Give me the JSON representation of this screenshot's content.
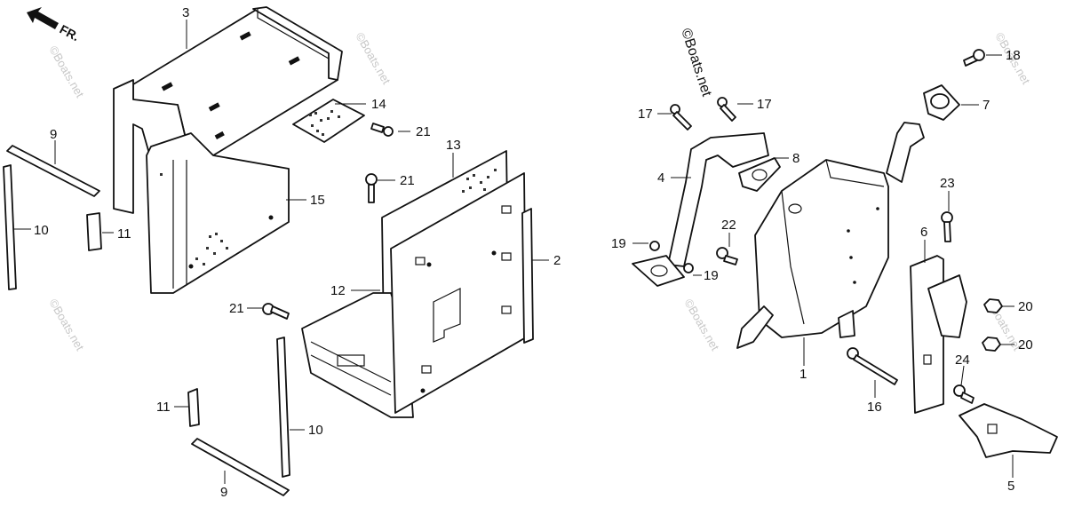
{
  "orientation": {
    "label": "FR."
  },
  "copyright": "©Boats.net",
  "watermark": "©Boats.net",
  "callouts": [
    "1",
    "2",
    "3",
    "4",
    "5",
    "6",
    "7",
    "8",
    "9",
    "10",
    "11",
    "12",
    "13",
    "14",
    "15",
    "16",
    "17",
    "18",
    "19",
    "20",
    "21",
    "22",
    "23",
    "24"
  ],
  "labels": {
    "c3": "3",
    "c14": "14",
    "c21a": "21",
    "c21b": "21",
    "c21c": "21",
    "c9a": "9",
    "c10a": "10",
    "c11a": "11",
    "c15": "15",
    "c13": "13",
    "c2": "2",
    "c12": "12",
    "c11b": "11",
    "c10b": "10",
    "c9b": "9",
    "c17a": "17",
    "c17b": "17",
    "c18": "18",
    "c7": "7",
    "c8": "8",
    "c4": "4",
    "c22": "22",
    "c23": "23",
    "c19a": "19",
    "c19b": "19",
    "c6": "6",
    "c20a": "20",
    "c20b": "20",
    "c1": "1",
    "c24": "24",
    "c16": "16",
    "c5": "5"
  }
}
